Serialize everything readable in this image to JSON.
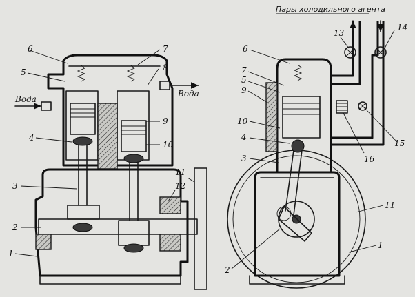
{
  "title": "Пары холодильного агента",
  "water_in": "Вода",
  "water_out": "Вода",
  "left_view": {
    "callouts": [
      "6",
      "7",
      "5",
      "8",
      "9",
      "4",
      "10",
      "11",
      "3",
      "12",
      "2",
      "1"
    ]
  },
  "right_view": {
    "callouts": [
      "6",
      "13",
      "14",
      "7",
      "5",
      "9",
      "10",
      "4",
      "3",
      "16",
      "15",
      "11",
      "1",
      "2"
    ]
  }
}
